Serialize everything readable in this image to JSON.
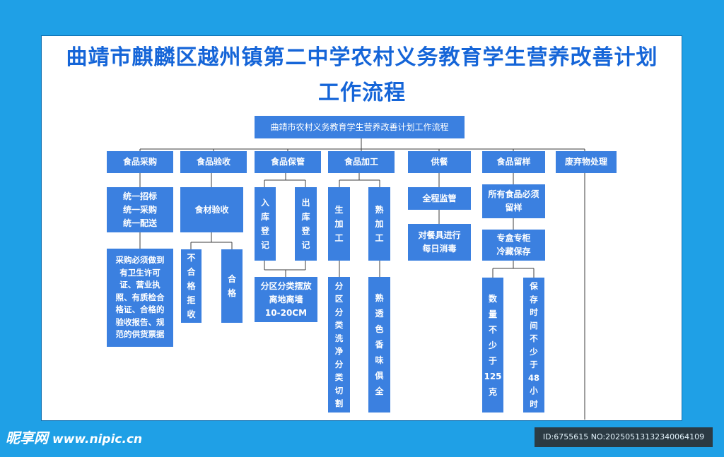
{
  "title": {
    "line1": "曲靖市麒麟区越州镇第二中学农村义务教育学生营养改善计划",
    "line2": "工作流程"
  },
  "root": "曲靖市农村义务教育学生营养改善计划工作流程",
  "procurement": {
    "header": "食品采购",
    "step1": "统一招标\n统一采购\n统一配送",
    "step2": "采购必须做到\n有卫生许可\n证、营业执\n照、有质检合\n格证、合格的\n验收报告、规\n范的供货票据"
  },
  "acceptance": {
    "header": "食品验收",
    "step1": "食材验收",
    "reject": "不\n合\n格\n拒\n收",
    "pass": "合\n格"
  },
  "storage": {
    "header": "食品保管",
    "in": "入\n库\n登\n记",
    "out": "出\n库\n登\n记",
    "note": "分区分类摆放\n离地离墙\n10-20CM"
  },
  "processing": {
    "header": "食品加工",
    "raw": "生\n加\n工",
    "cooked": "熟\n加\n工",
    "raw_note": "分\n区\n分\n类\n洗\n净\n分\n类\n切\n割",
    "cooked_note": "熟\n透\n色\n香\n味\n俱\n全"
  },
  "supply": {
    "header": "供餐",
    "step1": "全程监管",
    "step2": "对餐具进行\n每日消毒"
  },
  "sample": {
    "header": "食品留样",
    "step1": "所有食品必须\n留样",
    "step2": "专盒专柜\n冷藏保存",
    "qty": "数\n量\n不\n少\n于\n125\n克",
    "time": "保\n存\n时\n间\n不\n少\n于\n48\n小\n时"
  },
  "waste": {
    "header": "废弃物处理"
  },
  "watermark": {
    "logo": "昵享网",
    "url": "www.nipic.cn",
    "id": "ID:6755615 NO:20250513132340064109"
  },
  "colors": {
    "background": "#1fa0e6",
    "title": "#1565d8",
    "box": "#3b80e0",
    "line": "#3d3d3d"
  }
}
